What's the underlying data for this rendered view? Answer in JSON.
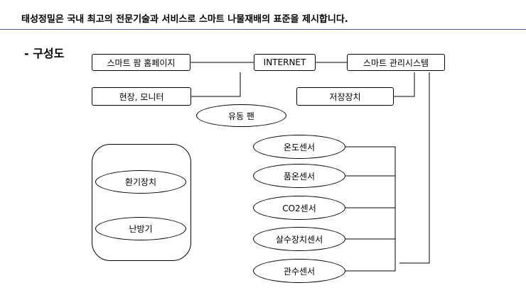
{
  "header": {
    "text": "태성정밀은 국내 최고의 전문기술과 서비스로 스마트 나물재배의 표준을 제시합니다."
  },
  "section": {
    "title": "- 구성도"
  },
  "nodes": {
    "homepage": "스마트 팜 홈페이지",
    "internet": "INTERNET",
    "management": "스마트 관리시스템",
    "monitor": "현장, 모니터",
    "storage": "저장장치",
    "fan": "유동 팬",
    "ventilation": "환기장치",
    "heater": "난방기",
    "temp_sensor": "온도센서",
    "product_temp_sensor": "품온센서",
    "co2_sensor": "CO2센서",
    "sprinkler_sensor": "살수장치센서",
    "irrigation_sensor": "관수센서"
  }
}
